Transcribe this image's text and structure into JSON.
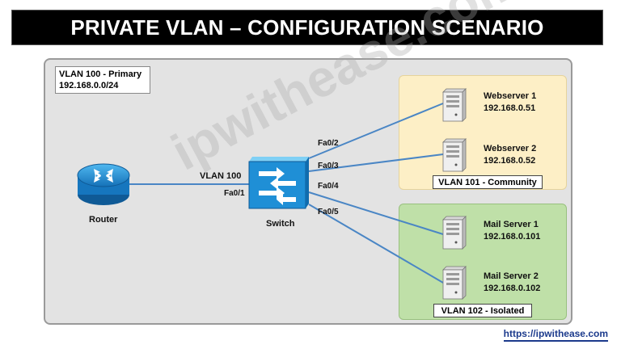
{
  "title": "PRIVATE VLAN – CONFIGURATION SCENARIO",
  "primary_vlan": {
    "line1": "VLAN 100 - Primary",
    "line2": "192.168.0.0/24"
  },
  "router": {
    "label": "Router"
  },
  "switch": {
    "label": "Switch"
  },
  "link_router": {
    "vlan": "VLAN 100",
    "port": "Fa0/1"
  },
  "ports": {
    "p2": "Fa0/2",
    "p3": "Fa0/3",
    "p4": "Fa0/4",
    "p5": "Fa0/5"
  },
  "servers": [
    {
      "name": "Webserver 1",
      "ip": "192.168.0.51"
    },
    {
      "name": "Webserver 2",
      "ip": "192.168.0.52"
    },
    {
      "name": "Mail Server 1",
      "ip": "192.168.0.101"
    },
    {
      "name": "Mail Server 2",
      "ip": "192.168.0.102"
    }
  ],
  "zones": {
    "community": "VLAN 101 - Community",
    "isolated": "VLAN 102 - Isolated"
  },
  "watermark": "ipwithease.com",
  "url": "https://ipwithease.com",
  "colors": {
    "community_bg": "#fdefc6",
    "isolated_bg": "#bfe0a8",
    "link": "#4a86c5",
    "device_blue": "#1f8fd6"
  }
}
